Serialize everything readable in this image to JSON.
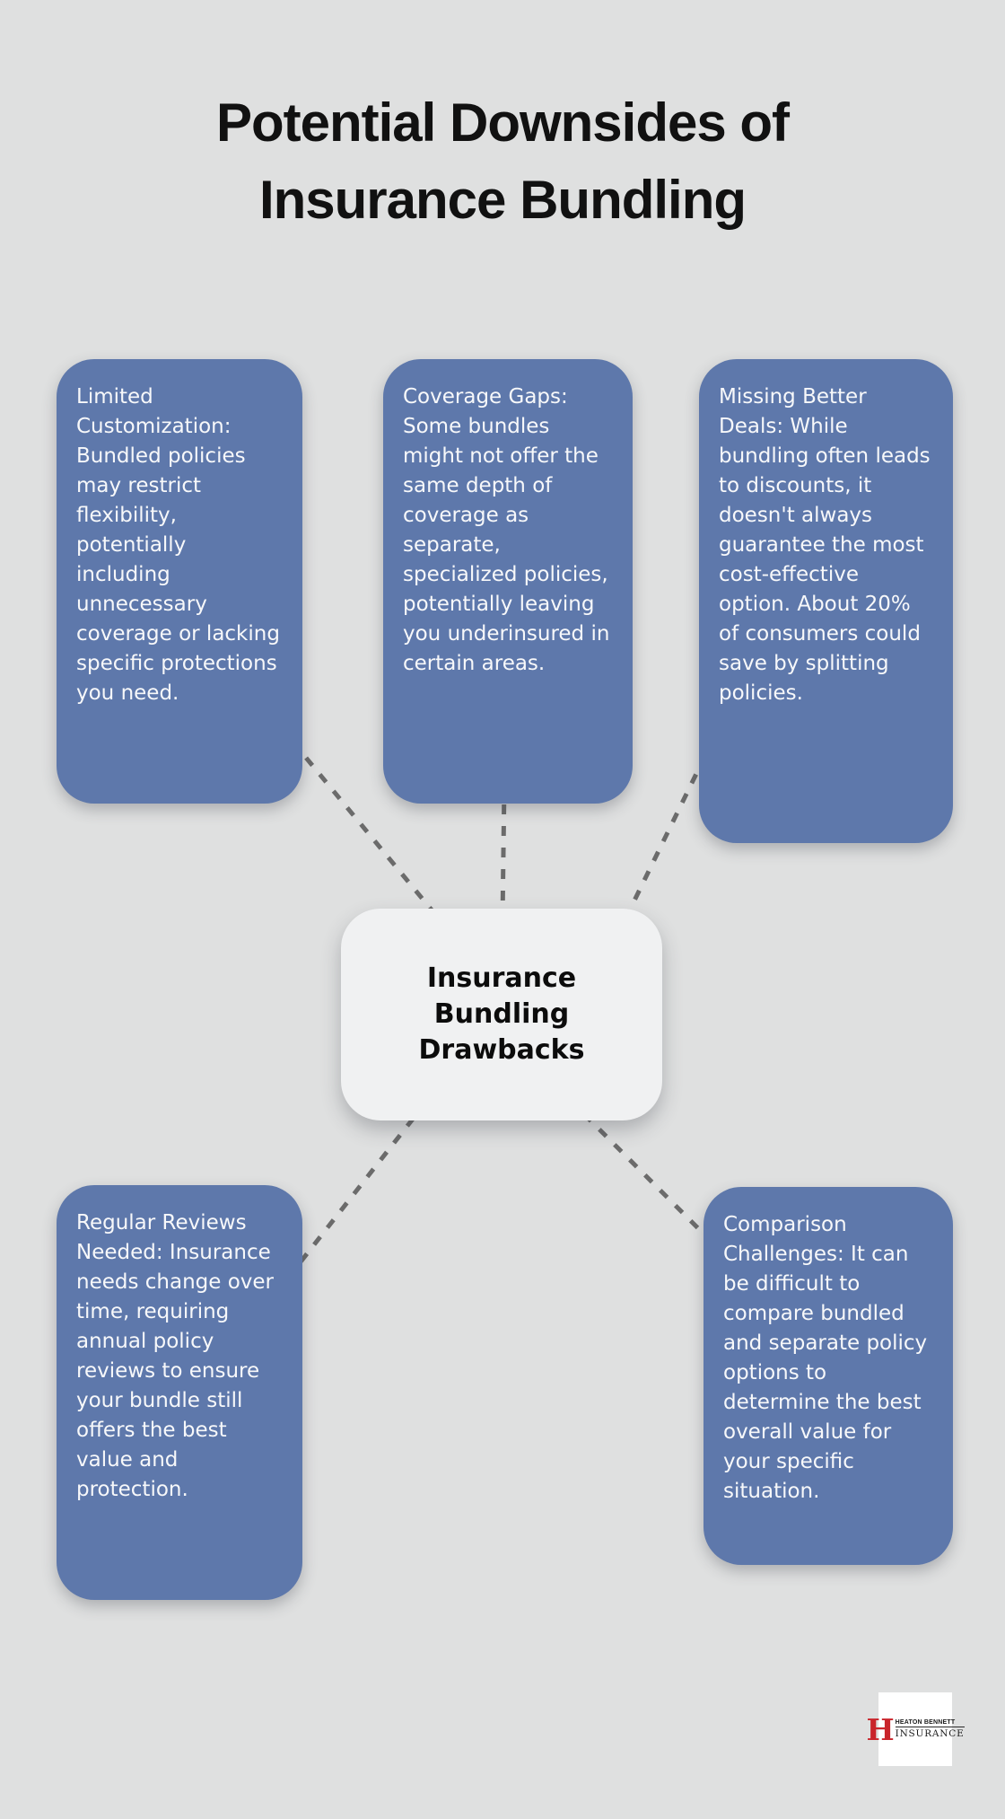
{
  "title": {
    "line1": "Potential Downsides of",
    "line2": "Insurance Bundling"
  },
  "center_node": {
    "label": "Insurance Bundling Drawbacks"
  },
  "nodes": [
    {
      "id": "limited-customization",
      "text": "Limited Customization: Bundled policies may restrict flexibility, potentially including unnecessary coverage or lacking specific protections you need."
    },
    {
      "id": "coverage-gaps",
      "text": "Coverage Gaps: Some bundles might not offer the same depth of coverage as separate, specialized policies, potentially leaving you underinsured in certain areas."
    },
    {
      "id": "missing-better-deals",
      "text": "Missing Better Deals: While bundling often leads to discounts, it doesn't always guarantee the most cost-effective option. About 20% of consumers could save by splitting policies."
    },
    {
      "id": "regular-reviews-needed",
      "text": "Regular Reviews Needed: Insurance needs change over time, requiring annual policy reviews to ensure your bundle still offers the best value and protection."
    },
    {
      "id": "comparison-challenges",
      "text": "Comparison Challenges: It can be difficult to compare bundled and separate policy options to determine the best overall value for your specific situation."
    }
  ],
  "logo": {
    "monogram": "H",
    "company_name": "HEATON BENNETT",
    "company_type": "INSURANCE"
  },
  "colors": {
    "background": "#dfe0e0",
    "node_fill": "#5e78ab",
    "node_text": "#f7f8fa",
    "center_fill": "#f0f1f2",
    "title_text": "#111111",
    "connector": "#6b6b6b",
    "logo_red": "#c9242b"
  }
}
